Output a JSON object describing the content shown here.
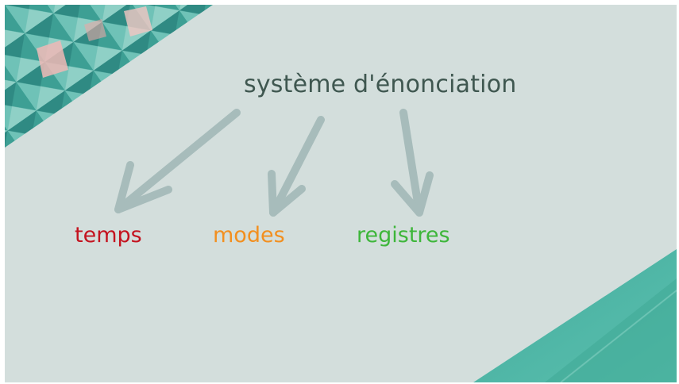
{
  "diagram": {
    "title": "système d'énonciation",
    "terms": [
      {
        "label": "temps",
        "color": "#c4131f"
      },
      {
        "label": "modes",
        "color": "#f28f1f"
      },
      {
        "label": "registres",
        "color": "#3db63a"
      }
    ],
    "colors": {
      "background": "#d3dedc",
      "title": "#3f5750",
      "arrow": "#a7bcbb",
      "decoration_teal": "#4fb6a6",
      "decoration_pink": "#efb9b6"
    }
  }
}
